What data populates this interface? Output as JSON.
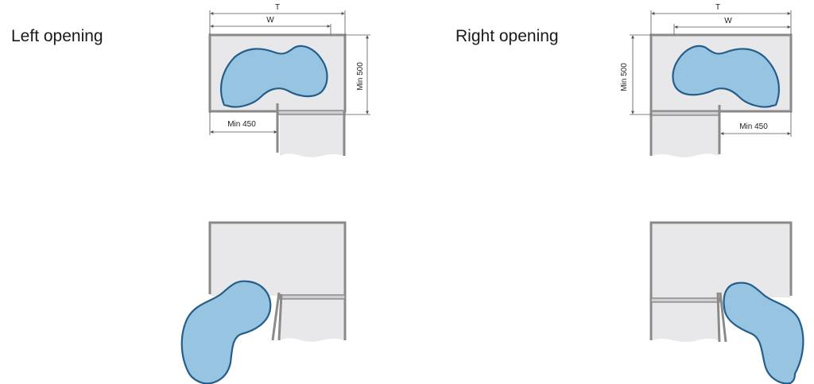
{
  "headings": {
    "left": "Left opening",
    "right": "Right opening"
  },
  "dimensions": {
    "total": "T",
    "width": "W",
    "depth_min": "Min 500",
    "opening_min": "Min 450"
  },
  "colors": {
    "cabinet_fill": "#e8e8ea",
    "cabinet_frame": "#8a8a8a",
    "shelf_fill": "#97c4e0",
    "shelf_stroke": "#245e8a",
    "dim_line": "#555555"
  }
}
